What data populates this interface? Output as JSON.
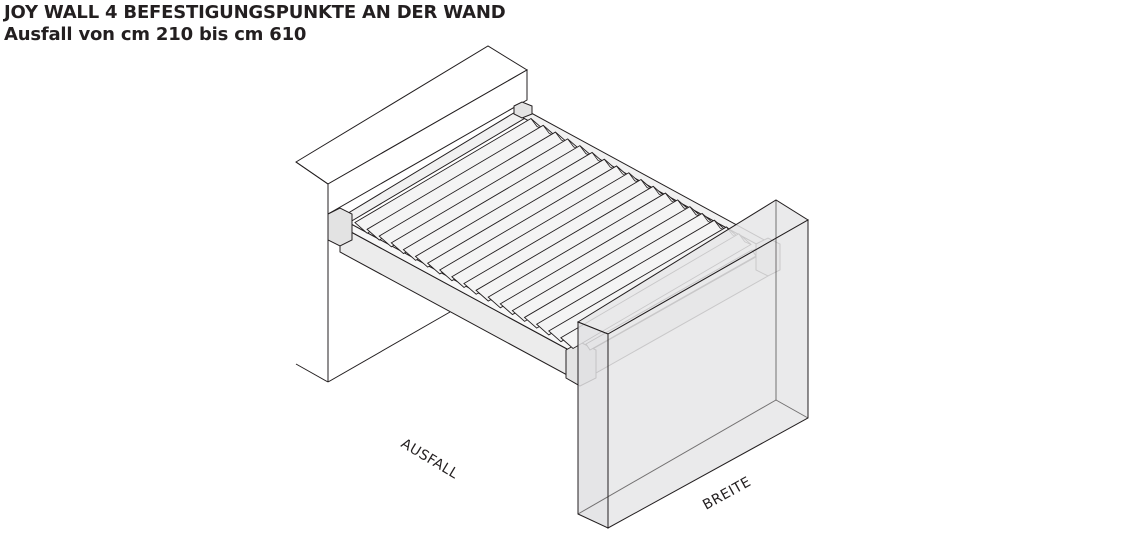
{
  "header": {
    "title": "JOY WALL 4 BEFESTIGUNGSPUNKTE AN DER WAND",
    "subtitle": "Ausfall von cm 210 bis cm 610"
  },
  "labels": {
    "ausfall": "AUSFALL",
    "breite": "BREITE"
  },
  "colors": {
    "line": "#231f20",
    "slat_fill": "#f4f4f4",
    "frame_fill": "#ececec",
    "glass_fill": "#e6e6e8",
    "text": "#231f20"
  },
  "louver_count": 18
}
